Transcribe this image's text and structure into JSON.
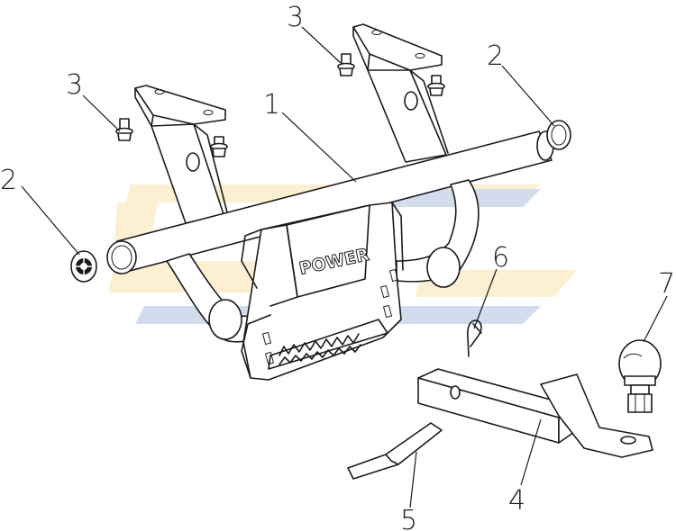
{
  "callouts": {
    "n1": "1",
    "n2_left": "2",
    "n2_right": "2",
    "n3_left": "3",
    "n3_top": "3",
    "n4": "4",
    "n5": "5",
    "n6": "6",
    "n7": "7"
  },
  "bumper_logo": "POWER",
  "colors": {
    "watermark_orange": "#fdf0d2",
    "watermark_blue": "#d3dcec",
    "line": "#1a1a1a"
  }
}
